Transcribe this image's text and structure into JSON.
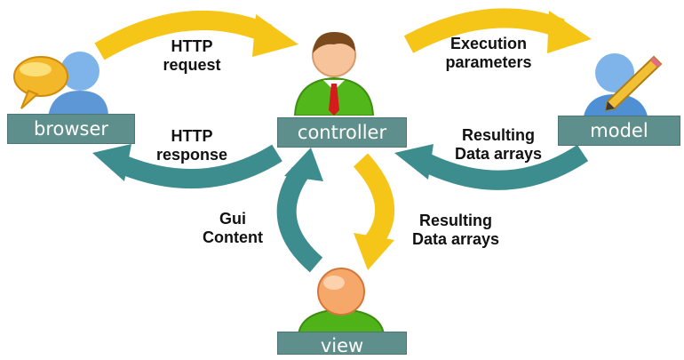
{
  "nodes": {
    "browser": "browser",
    "controller": "controller",
    "model": "model",
    "view": "view"
  },
  "edges": {
    "http_request": [
      "HTTP",
      "request"
    ],
    "http_response": [
      "HTTP",
      "response"
    ],
    "execution_parameters": [
      "Execution",
      "parameters"
    ],
    "resulting_from_model": [
      "Resulting",
      "Data arrays"
    ],
    "resulting_to_view": [
      "Resulting",
      "Data arrays"
    ],
    "gui_content": [
      "Gui",
      "Content"
    ]
  },
  "colors": {
    "request_arrow": "#f5c518",
    "response_arrow": "#3d8c8e",
    "node_box": "#5f8f8c",
    "node_text": "#ffffff"
  },
  "icons": [
    "user-speech-bubble-icon",
    "user-tie-icon",
    "user-pencil-icon",
    "user-orange-icon"
  ]
}
